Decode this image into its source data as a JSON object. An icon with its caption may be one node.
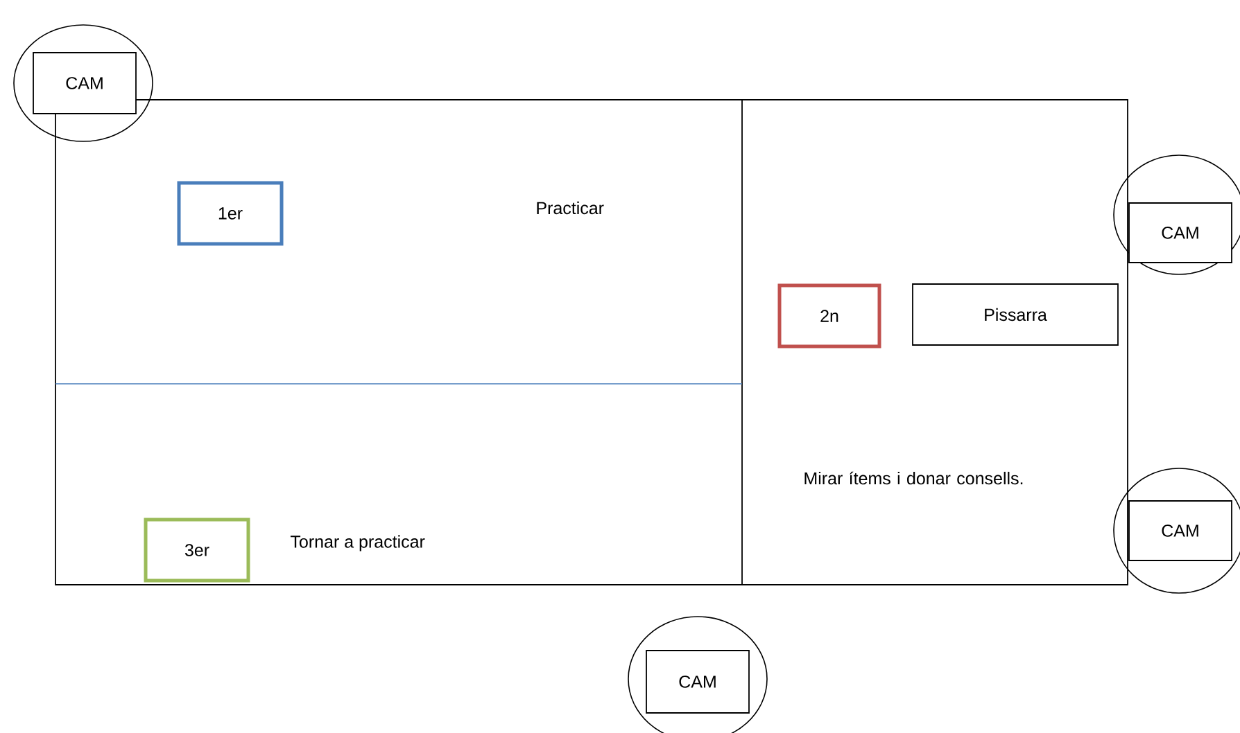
{
  "diagram": {
    "nodes": [
      {
        "text": [],
        "shape": "circle"
      },
      {
        "text": [
          "CAM"
        ],
        "in": 0
      },
      {
        "text": [
          "1er"
        ]
      },
      {
        "text": [],
        "shape": "circle"
      },
      {
        "text": [
          "CAM"
        ],
        "in": 3
      },
      {
        "text": [
          "2n"
        ]
      },
      {
        "text": [
          "Pissarra"
        ]
      },
      {
        "text": [],
        "shape": "circle"
      },
      {
        "text": [
          "CAM"
        ],
        "in": 7
      },
      {
        "text": [
          "3er"
        ]
      },
      {
        "text": [],
        "shape": "circle"
      },
      {
        "text": [
          "CAM"
        ],
        "in": 10
      }
    ],
    "labels": [
      "Practicar",
      "Mirar ítems i donar consells.",
      "Tornar a practicar"
    ]
  }
}
